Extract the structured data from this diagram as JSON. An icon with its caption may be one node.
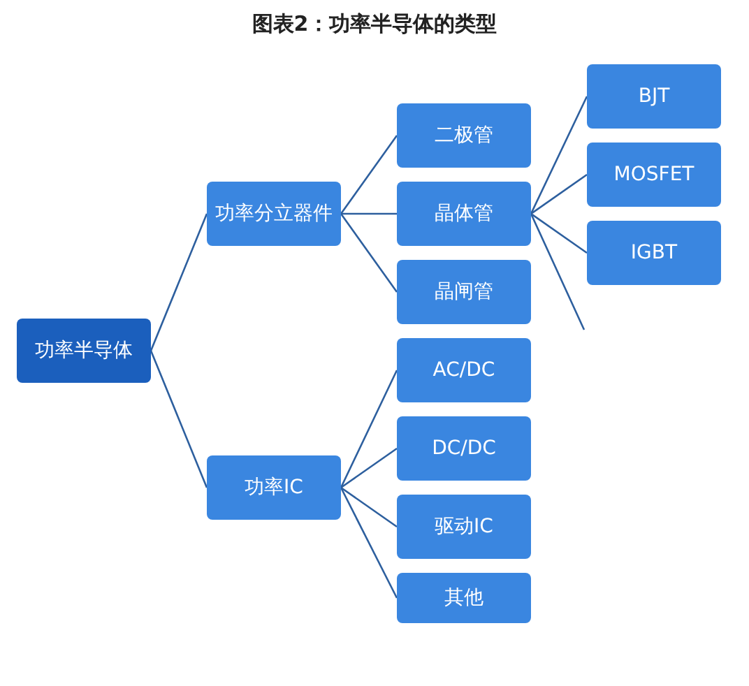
{
  "diagram": {
    "title": "图表2：功率半导体的类型",
    "nodes": [
      {
        "text": [
          "功率半导体"
        ]
      },
      {
        "text": [
          "功率分立器件"
        ]
      },
      {
        "text": [
          "功率IC"
        ]
      },
      {
        "text": [
          "二极管"
        ]
      },
      {
        "text": [
          "晶体管"
        ]
      },
      {
        "text": [
          "晶闸管"
        ]
      },
      {
        "text": [
          "BJT"
        ]
      },
      {
        "text": [
          "MOSFET"
        ]
      },
      {
        "text": [
          "IGBT"
        ]
      },
      {
        "text": [
          "AC/DC"
        ]
      },
      {
        "text": [
          "DC/DC"
        ]
      },
      {
        "text": [
          "驱动IC"
        ]
      },
      {
        "text": [
          "其他"
        ]
      }
    ],
    "edges": [
      {
        "from": 0,
        "to": 1,
        "arrow": "none"
      },
      {
        "from": 0,
        "to": 2,
        "arrow": "none"
      },
      {
        "from": 1,
        "to": 3,
        "arrow": "none"
      },
      {
        "from": 1,
        "to": 4,
        "arrow": "none"
      },
      {
        "from": 1,
        "to": 5,
        "arrow": "none"
      },
      {
        "from": 4,
        "to": 6,
        "arrow": "none"
      },
      {
        "from": 4,
        "to": 7,
        "arrow": "none"
      },
      {
        "from": 4,
        "to": 8,
        "arrow": "none"
      },
      {
        "from": 4,
        "to": null,
        "arrow": "none"
      },
      {
        "from": 2,
        "to": 9,
        "arrow": "none"
      },
      {
        "from": 2,
        "to": 10,
        "arrow": "none"
      },
      {
        "from": 2,
        "to": 11,
        "arrow": "none"
      },
      {
        "from": 2,
        "to": 12,
        "arrow": "none"
      }
    ]
  }
}
